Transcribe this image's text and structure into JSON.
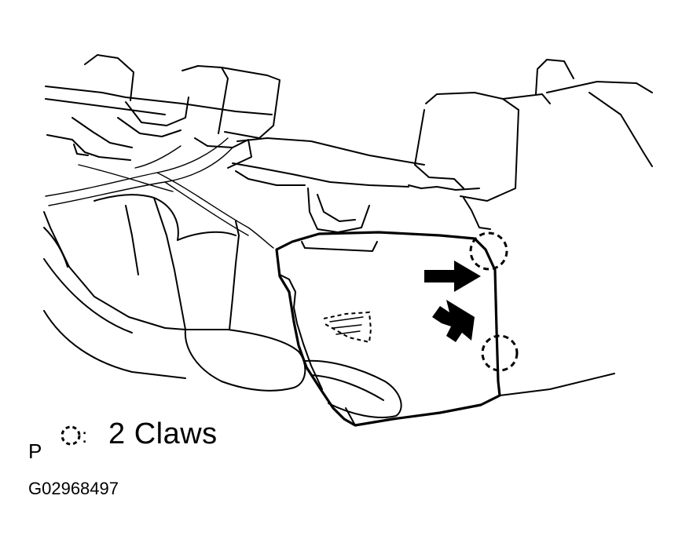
{
  "legend": {
    "prefix": "P",
    "symbol": "dashed-circle-claw-symbol",
    "separator": ":",
    "text": "2 Claws"
  },
  "figure_code": "G02968497",
  "callouts": {
    "claw_count": 2,
    "arrow_count": 2
  }
}
